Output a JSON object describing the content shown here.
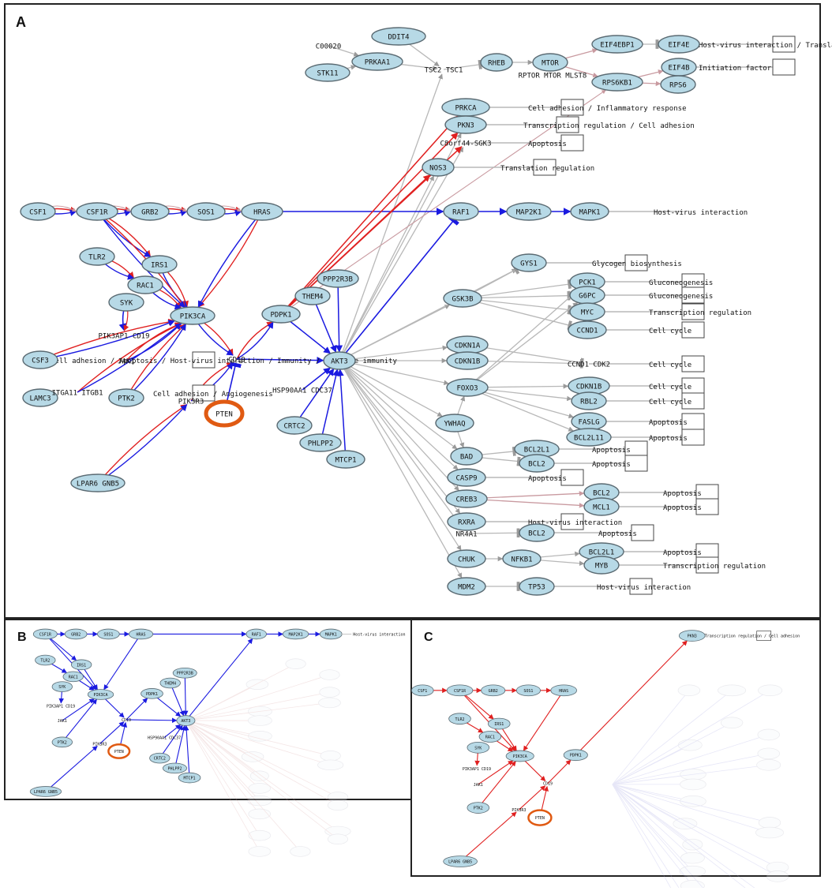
{
  "colors": {
    "node_fill": "#b7d9e6",
    "node_stroke": "#5a6a72",
    "gray_edge": "#b8b8b8",
    "red_edge": "#e02020",
    "blue_edge": "#1a1ae0",
    "pink_edge": "#c99aa0",
    "pten_ring": "#e05a12"
  },
  "panels": [
    {
      "label": "A"
    },
    {
      "label": "B"
    },
    {
      "label": "C"
    }
  ],
  "nodes": {
    "ddit4": "DDIT4",
    "c00020": "C00020",
    "prkaa1": "PRKAA1",
    "stk11": "STK11",
    "tsc2": "TSC2 TSC1",
    "rheb": "RHEB",
    "mtor": "MTOR",
    "mtor2": "RPTOR MTOR MLST8",
    "eif4ebp1": "EIF4EBP1",
    "eif4e": "EIF4E",
    "eif4b": "EIF4B",
    "rps6kb1": "RPS6KB1",
    "rps6": "RPS6",
    "prkca": "PRKCA",
    "pkn3": "PKN3",
    "sgk3": "C8orf44-SGK3",
    "nos3": "NOS3",
    "csf1": "CSF1",
    "csf1r": "CSF1R",
    "grb2": "GRB2",
    "sos1": "SOS1",
    "hras": "HRAS",
    "raf1": "RAF1",
    "map2k1": "MAP2K1",
    "mapk1": "MAPK1",
    "tlr2": "TLR2",
    "irs1": "IRS1",
    "rac1": "RAC1",
    "syk": "SYK",
    "pik3ap1": "PIK3AP1 CD19",
    "pik3ca": "PIK3CA",
    "csf3": "CSF3",
    "jak1": "JAK1",
    "lamc3": "LAMC3",
    "itga": "ITGA11 ITGB1",
    "ptk2": "PTK2",
    "pik3r3": "PIK3R3",
    "pten": "PTEN",
    "lpar6": "LPAR6 GNB5",
    "cd19": "CD19",
    "pdpk1": "PDPK1",
    "them4": "THEM4",
    "ppp2r": "PPP2R3B",
    "akt3": "AKT3",
    "hsp90": "HSP90AA1 CDC37",
    "crtc2": "CRTC2",
    "phlpp2": "PHLPP2",
    "mtcp1": "MTCP1",
    "gys1": "GYS1",
    "gsk3b": "GSK3B",
    "pck1": "PCK1",
    "g6pc": "G6PC",
    "myc": "MYC",
    "ccnd1": "CCND1",
    "cdkn1a": "CDKN1A",
    "cdkn1b": "CDKN1B",
    "ccnd1cdk2": "CCND1 CDK2",
    "foxo3": "FOXO3",
    "cdkn1b2": "CDKN1B",
    "rbl2": "RBL2",
    "ywhaq": "YWHAQ",
    "faslg": "FASLG",
    "bcl2l11": "BCL2L11",
    "bad": "BAD",
    "bcl2l1": "BCL2L1",
    "bcl2a": "BCL2",
    "casp9": "CASP9",
    "creb3": "CREB3",
    "bcl2b": "BCL2",
    "mcl1": "MCL1",
    "rxra": "RXRA",
    "nr4a1": "NR4A1",
    "bcl2c": "BCL2",
    "chuk": "CHUK",
    "nfkb1": "NFKB1",
    "bcl2l1b": "BCL2L1",
    "myb": "MYB",
    "mdm2": "MDM2",
    "tp53": "TP53"
  },
  "process_labels": {
    "eif4e_p": "Host-virus interaction / Transla",
    "eif4b_p": "Initiation factor",
    "prkca_p": "Cell adhesion / Inflammatory response",
    "pkn3_p": "Transcription regulation / Cell adhesion",
    "sgk3_p": "Apoptosis",
    "nos3_p": "Translation regulation",
    "mapk1_p": "Host-virus interaction",
    "cd19_p": "Cell adhesion / Apoptosis / Host-virus interaction / Immunity / Adaptive immunity",
    "pik3r3_p": "Cell adhesion / Angiogenesis",
    "gys1_p": "Glycogen biosynthesis",
    "pck1_p": "Gluconeogenesis",
    "g6pc_p": "Gluconeogenesis",
    "myc_p": "Transcription regulation",
    "ccnd1_p": "Cell cycle",
    "ccnd1cdk2_p": "Cell cycle",
    "cdkn1b2_p": "Cell cycle",
    "rbl2_p": "Cell cycle",
    "faslg_p": "Apoptosis",
    "bcl2l11_p": "Apoptosis",
    "bcl2l1_p": "Apoptosis",
    "bcl2a_p": "Apoptosis",
    "casp9_p": "Apoptosis",
    "bcl2b_p": "Apoptosis",
    "mcl1_p": "Apoptosis",
    "rxra_p": "Host-virus interaction",
    "bcl2c_p": "Apoptosis",
    "bcl2l1b_p": "Apoptosis",
    "myb_p": "Transcription regulation",
    "tp53_p": "Host-virus interaction"
  }
}
